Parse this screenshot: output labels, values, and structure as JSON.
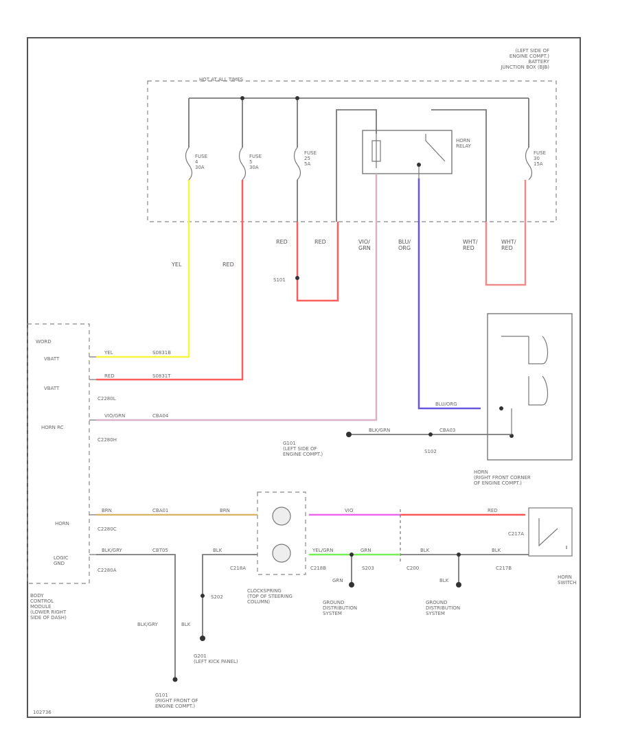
{
  "colors": {
    "yel": "#f5f542",
    "red": "#ff5c5c",
    "vio_grn": "#d8b0c8",
    "blu_org": "#6655dd",
    "wht_red": "#f08a8a",
    "viogrn_horn": "#cc44cc",
    "brn": "#d8b56a",
    "vio": "#ee66ee",
    "red_horn": "#ff5555",
    "yel_grn": "#77ee55",
    "frame": "#555555",
    "wire_default": "#777777"
  },
  "labels": {
    "bjb_location": "(LEFT SIDE OF\nENGINE COMPT.)\nBATTERY\nJUNCTION BOX (BJB)",
    "hot_at_all_times": "HOT AT ALL TIMES",
    "fuse_a": "FUSE\n4\n30A",
    "fuse_b": "FUSE\n5\n30A",
    "fuse_c": "FUSE\n25\n5A",
    "fuse_d": "FUSE\n30\n15A",
    "horn_relay": "HORN\nRELAY",
    "wire_yel": "YEL",
    "wire_red_left": "RED",
    "wire_red_mid1": "RED",
    "wire_red_mid2": "RED",
    "splice_s101": "S101",
    "wire_vio_grn": "VIO/\nGRN",
    "wire_blu_org": "BLU/\nORG",
    "wire_wht_red1": "WHT/\nRED",
    "wire_wht_red2": "WHT/\nRED",
    "bcm_word": "WORD",
    "vbatt1": "VBATT",
    "vbatt2": "VBATT",
    "horn_rc": "HORN RC",
    "horn_sw": "HORN",
    "logic_gnd": "LOGIC\nGND",
    "c2280_1": "C2280L",
    "c2280_2": "C2280H",
    "c2280_3": "C2280C",
    "c2280_4": "C2280A",
    "pin_yel": "YEL",
    "pin_yel_code": "S0831B",
    "pin_red": "RED",
    "pin_red_code": "S0831T",
    "pin_viogrn": "VIO/GRN",
    "pin_viogrn_code": "CBA04",
    "pin_brn": "BRN",
    "pin_brn_code": "CBA01",
    "pin_brn2": "BRN",
    "pin_blkgry": "BLK/GRY",
    "pin_blkgry_code": "CBT05",
    "horn_blu_org": "BLU/ORG",
    "horn_blk_grn": "BLK/GRN",
    "horn_blk_grn_code": "CBA03",
    "g101": "G101\n(LEFT SIDE OF\nENGINE COMPT.)",
    "s102": "S102",
    "horn_location": "HORN\n(RIGHT FRONT CORNER\nOF ENGINE COMPT.)",
    "wire_vio": "VIO",
    "wire_red_right": "RED",
    "c217a": "C217A",
    "c218a": "C218A",
    "c218b": "C218B",
    "c200": "C200",
    "c217b": "C217B",
    "wire_blk1": "BLK",
    "wire_yelgrn": "YEL/GRN",
    "wire_grn": "GRN",
    "wire_blk2": "BLK",
    "wire_blk3": "BLK",
    "horn_switch": "HORN\nSWITCH",
    "s202": "S202",
    "s203": "S203",
    "grn_s203": "GRN",
    "blk_gnd": "BLK",
    "clockspring": "CLOCKSPRING\n(TOP OF STEERING\nCOLUMN)",
    "ground_dist1": "GROUND\nDISTRIBUTION\nSYSTEM",
    "ground_dist2": "GROUND\nDISTRIBUTION\nSYSTEM",
    "bcm_location": "BODY\nCONTROL\nMODULE\n(LOWER RIGHT\nSIDE OF DASH)",
    "blkgry_lower": "BLK/GRY",
    "blk_lower": "BLK",
    "g201": "G201\n(LEFT KICK PANEL)",
    "g101b": "G101\n(RIGHT FRONT OF\nENGINE COMPT.)",
    "diagram_id": "102736"
  }
}
